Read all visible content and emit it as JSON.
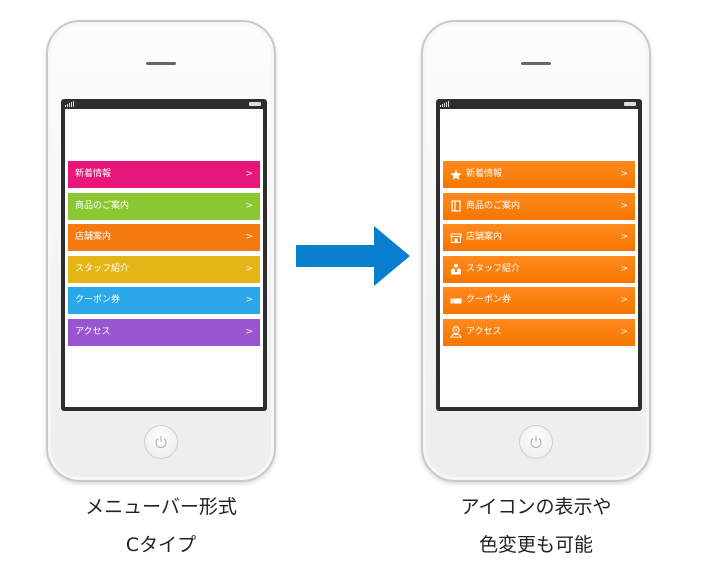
{
  "left_phone": {
    "menu": [
      {
        "label": "新着情報",
        "color": "#e8157a",
        "chevron": ">"
      },
      {
        "label": "商品のご案内",
        "color": "#8bc733",
        "chevron": ">"
      },
      {
        "label": "店舗案内",
        "color": "#f57a12",
        "chevron": ">"
      },
      {
        "label": "スタッフ紹介",
        "color": "#e3b516",
        "chevron": ">"
      },
      {
        "label": "クーポン券",
        "color": "#2aa8e8",
        "chevron": ">"
      },
      {
        "label": "アクセス",
        "color": "#9a55d0",
        "chevron": ">"
      }
    ],
    "caption_line1": "メニューバー形式",
    "caption_line2": "Cタイプ"
  },
  "right_phone": {
    "menu": [
      {
        "label": "新着情報",
        "icon": "star-icon",
        "chevron": ">"
      },
      {
        "label": "商品のご案内",
        "icon": "book-icon",
        "chevron": ">"
      },
      {
        "label": "店舗案内",
        "icon": "shop-icon",
        "chevron": ">"
      },
      {
        "label": "スタッフ紹介",
        "icon": "people-icon",
        "chevron": ">"
      },
      {
        "label": "クーポン券",
        "icon": "ticket-icon",
        "chevron": ">"
      },
      {
        "label": "アクセス",
        "icon": "map-pin-icon",
        "chevron": ">"
      }
    ],
    "menu_color": "#f47a0a",
    "caption_line1": "アイコンの表示や",
    "caption_line2": "色変更も可能"
  },
  "arrow_color": "#0a7fd0"
}
